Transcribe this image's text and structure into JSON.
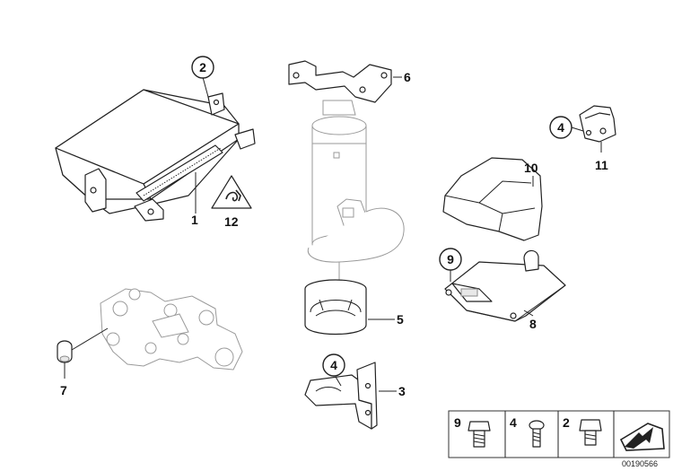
{
  "labels": {
    "l1": "1",
    "l2": "2",
    "l3": "3",
    "l4a": "4",
    "l4b": "4",
    "l5": "5",
    "l6": "6",
    "l7": "7",
    "l8": "8",
    "l9": "9",
    "l10": "10",
    "l11": "11",
    "l12": "12"
  },
  "legend": {
    "items": [
      "9",
      "4",
      "2"
    ]
  },
  "diagram_code": "00190566",
  "colors": {
    "line": "#222222",
    "light_line": "#9a9a9a",
    "background": "#ffffff"
  }
}
